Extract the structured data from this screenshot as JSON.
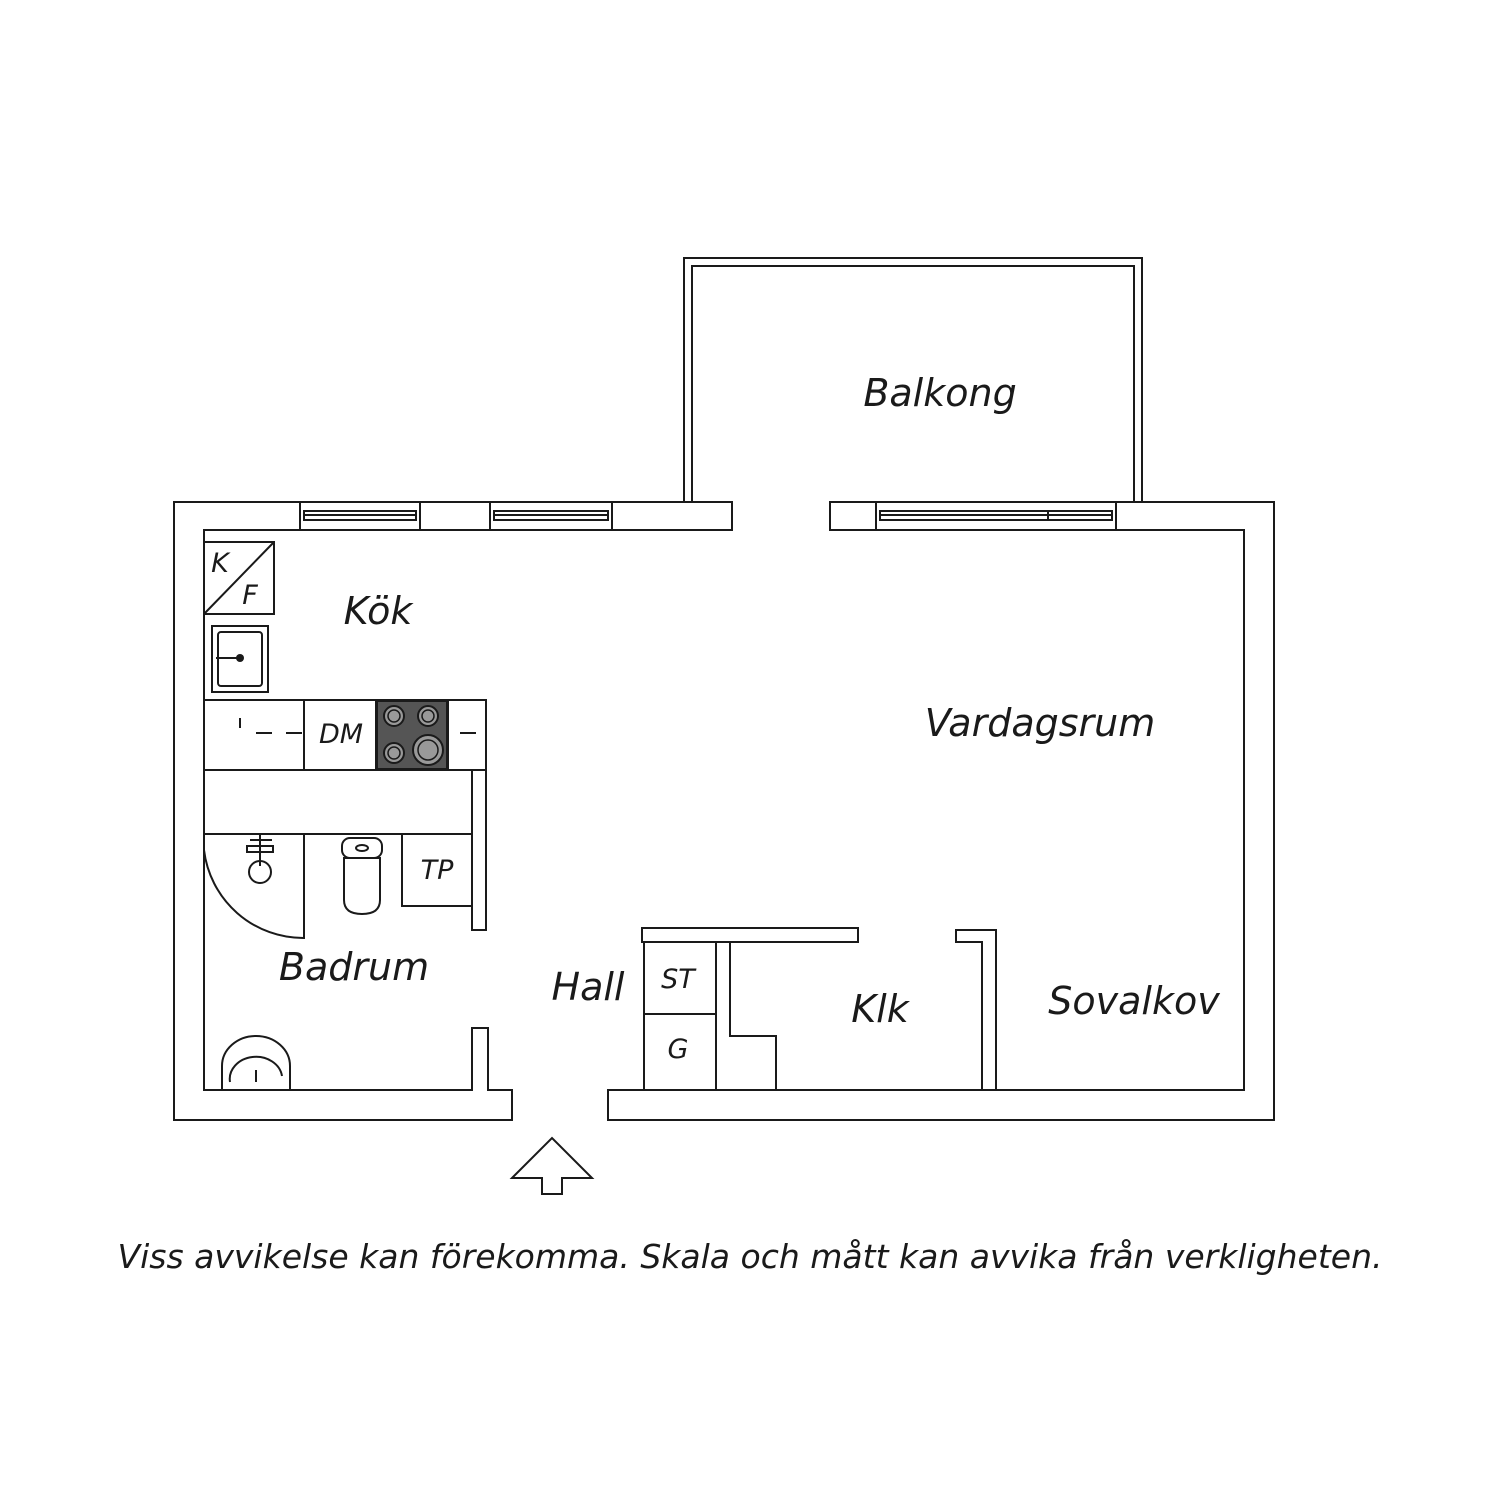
{
  "rooms": {
    "balkong": "Balkong",
    "kok": "Kök",
    "vardagsrum": "Vardagsrum",
    "badrum": "Badrum",
    "hall": "Hall",
    "klk": "Klk",
    "sovalkov": "Sovalkov"
  },
  "fixtures": {
    "fridge_k": "K",
    "freezer_f": "F",
    "dishwasher": "DM",
    "dryer": "TP",
    "storage": "ST",
    "wardrobe": "G"
  },
  "footer_note": "Viss avvikelse kan förekomma. Skala och mått kan avvika från verkligheten."
}
